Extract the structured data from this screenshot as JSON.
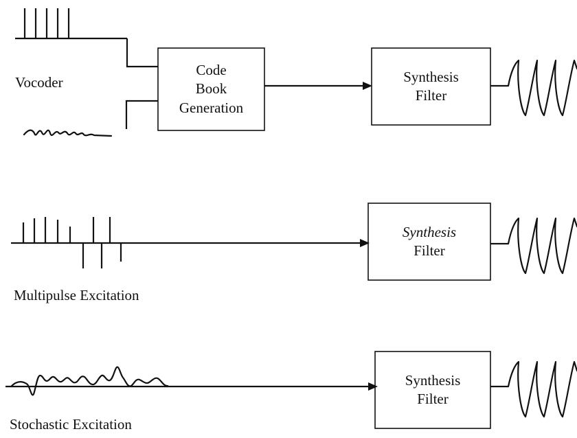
{
  "vocoder": {
    "label": "Vocoder",
    "codebook_lines": [
      "Code",
      "Book",
      "Generation"
    ],
    "filter_lines": [
      "Synthesis",
      "Filter"
    ]
  },
  "multipulse": {
    "label": "Multipulse Excitation",
    "filter_lines": [
      "Synthesis",
      "Filter"
    ]
  },
  "stochastic": {
    "label": "Stochastic Excitation",
    "filter_lines": [
      "Synthesis",
      "Filter"
    ]
  }
}
